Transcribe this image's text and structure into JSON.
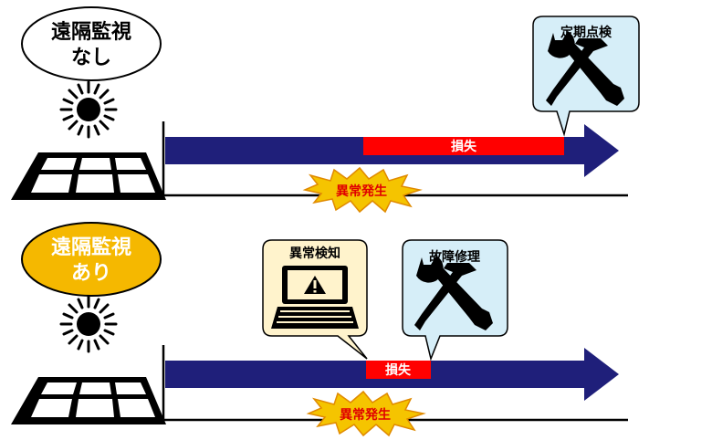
{
  "top_case": {
    "label_line1": "遠隔監視",
    "label_line2": "なし",
    "label_fill": "#ffffff",
    "loss_label": "損失",
    "event_label": "異常発生",
    "callout": {
      "title": "定期点検",
      "icon": "wrench-hammer-icon"
    }
  },
  "bottom_case": {
    "label_line1": "遠隔監視",
    "label_line2": "あり",
    "label_fill": "#f5b800",
    "loss_label": "損失",
    "event_label": "異常発生",
    "callout_detect": {
      "title": "異常検知",
      "icon": "laptop-warning-icon"
    },
    "callout_repair": {
      "title": "故障修理",
      "icon": "wrench-hammer-icon"
    }
  },
  "colors": {
    "arrow": "#1f1f7a",
    "loss": "#ff0000",
    "callout_tools": "#d6eef8",
    "callout_laptop": "#fff3cc",
    "burst": "#f5c400",
    "burst_text": "#e00000"
  }
}
